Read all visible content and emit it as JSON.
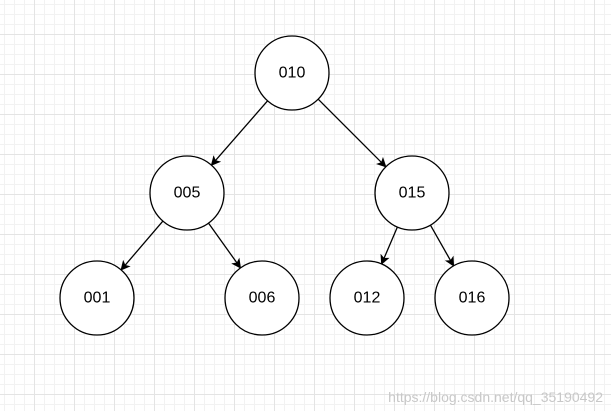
{
  "diagram": {
    "type": "binary-tree",
    "nodes": [
      {
        "id": "n010",
        "label": "010"
      },
      {
        "id": "n005",
        "label": "005"
      },
      {
        "id": "n015",
        "label": "015"
      },
      {
        "id": "n001",
        "label": "001"
      },
      {
        "id": "n006",
        "label": "006"
      },
      {
        "id": "n012",
        "label": "012"
      },
      {
        "id": "n016",
        "label": "016"
      }
    ],
    "edges": [
      {
        "from": "n010",
        "to": "n005"
      },
      {
        "from": "n010",
        "to": "n015"
      },
      {
        "from": "n005",
        "to": "n001"
      },
      {
        "from": "n005",
        "to": "n006"
      },
      {
        "from": "n015",
        "to": "n012"
      },
      {
        "from": "n015",
        "to": "n016"
      }
    ]
  },
  "watermark": "https://blog.csdn.net/qq_35190492"
}
